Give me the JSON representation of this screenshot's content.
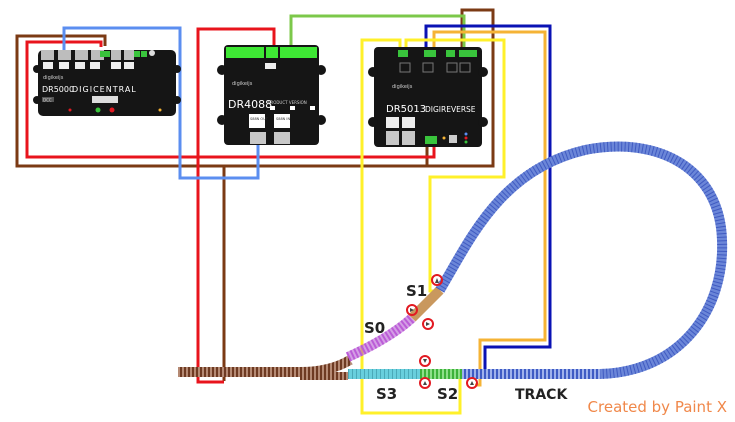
{
  "devices": {
    "dr5000": {
      "model": "DR5000",
      "name": "DIGICENTRAL",
      "brand": "digikeijs",
      "badge": "DCC"
    },
    "dr4088": {
      "model": "DR4088",
      "brand": "digikeijs",
      "subtitle": "PRODUCT VERSION",
      "port_out": "S88N OUT",
      "port_in": "S88N IN"
    },
    "dr5013": {
      "model": "DR5013",
      "name": "DIGIREVERSE",
      "brand": "digikeijs"
    }
  },
  "sections": {
    "s0": "S0",
    "s1": "S1",
    "s2": "S2",
    "s3": "S3",
    "track": "TRACK"
  },
  "credit": "Created by Paint X",
  "colors": {
    "red": "#e8141c",
    "brown": "#7b3a14",
    "blue_light": "#5b8ef0",
    "green": "#7cc84a",
    "yellow": "#fff02a",
    "orange": "#f5b335",
    "navy": "#0a12b4",
    "track_blue": "#6b86d8",
    "track_brown": "#8a5a44",
    "s0_purple": "#c86ee0",
    "s1_tan": "#c9985e",
    "s2_green": "#5ccf5c",
    "s3_cyan": "#5cc8d8",
    "credit_orange": "#f0884a"
  }
}
